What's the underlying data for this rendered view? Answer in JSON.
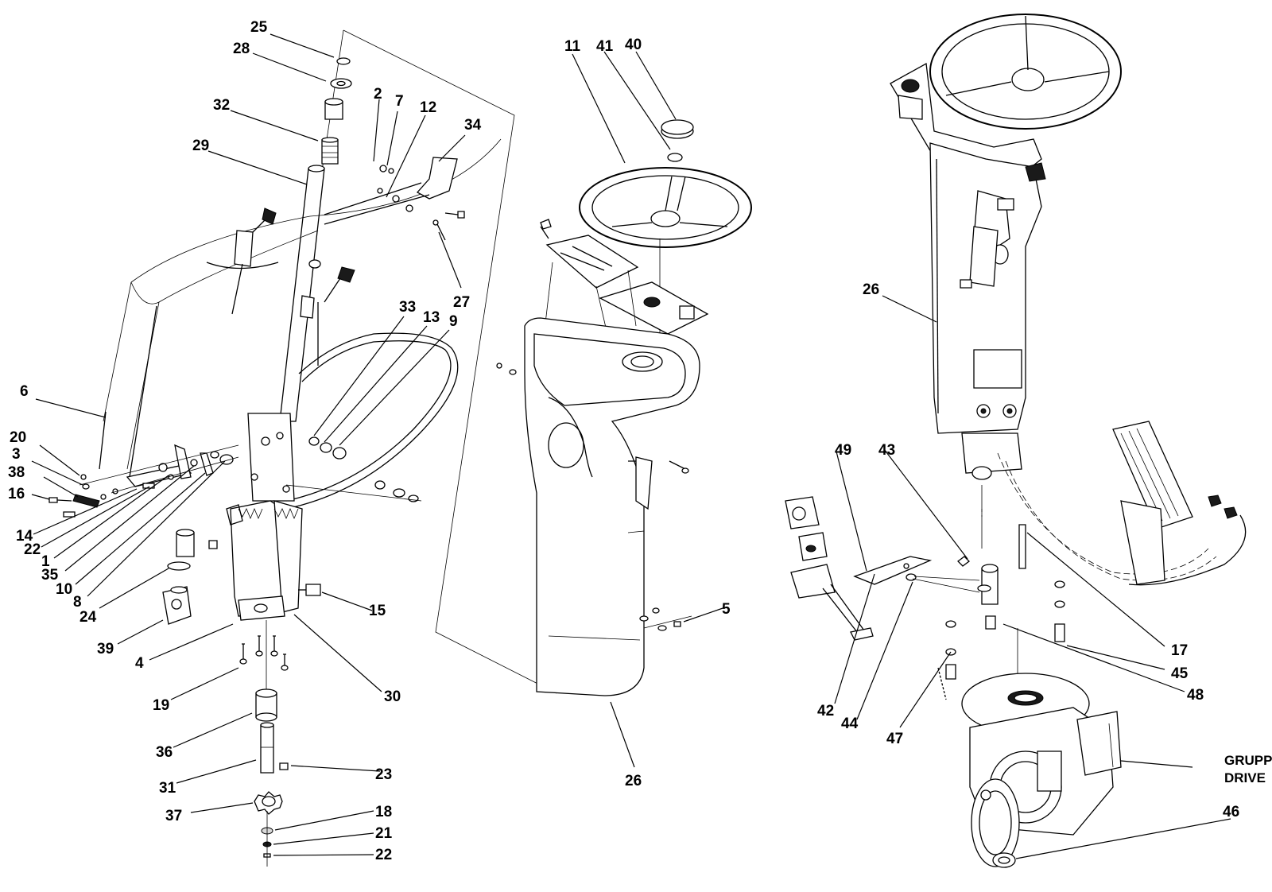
{
  "callouts": {
    "c25": "25",
    "c28": "28",
    "c32": "32",
    "c29": "29",
    "c2": "2",
    "c7": "7",
    "c12": "12",
    "c34": "34",
    "c27": "27",
    "c33": "33",
    "c13": "13",
    "c9": "9",
    "c6": "6",
    "c20": "20",
    "c3": "3",
    "c38": "38",
    "c16": "16",
    "c14": "14",
    "c22a": "22",
    "c1": "1",
    "c35": "35",
    "c10": "10",
    "c8": "8",
    "c24": "24",
    "c39": "39",
    "c4": "4",
    "c15": "15",
    "c30": "30",
    "c19": "19",
    "c36": "36",
    "c31": "31",
    "c23": "23",
    "c37": "37",
    "c18": "18",
    "c21": "21",
    "c22b": "22",
    "c11": "11",
    "c41": "41",
    "c40": "40",
    "c5": "5",
    "c26a": "26",
    "c26b": "26",
    "c49": "49",
    "c43": "43",
    "c17": "17",
    "c45": "45",
    "c48": "48",
    "c42": "42",
    "c44": "44",
    "c47": "47",
    "c46": "46"
  },
  "group_label": {
    "line1": "GRUPP",
    "line2": "DRIVE"
  }
}
